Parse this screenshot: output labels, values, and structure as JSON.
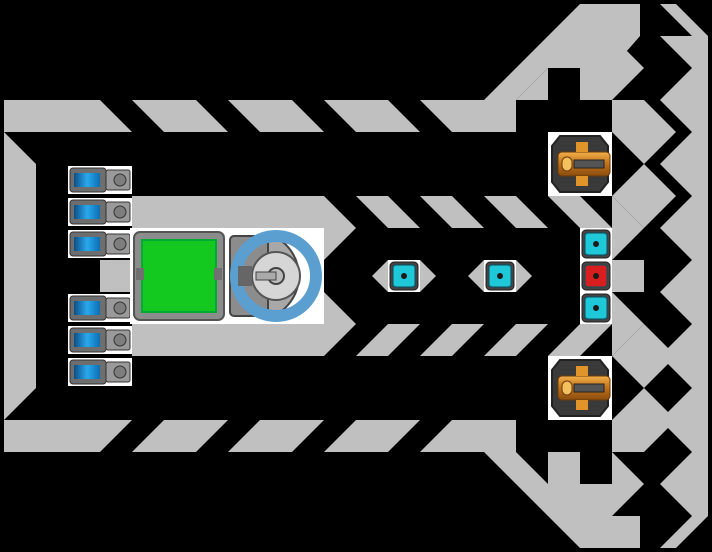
{
  "scene": {
    "title": "",
    "palette": {
      "background": "#000000",
      "hull": "#c0c0c0",
      "thruster_blue": "#1a8fd6",
      "thruster_body": "#6e6e6e",
      "core_green": "#13c81f",
      "core_frame": "#8c8c8c",
      "reactor_ring": "#5a9fd0",
      "gun_orange": "#e0942a",
      "gun_dark": "#3a3a3a",
      "shield_cyan": "#1ec8d8",
      "shield_red": "#d81e1e"
    }
  },
  "ship": {
    "thrusters": [
      {
        "name": "thruster-1",
        "icon": "thruster-icon"
      },
      {
        "name": "thruster-2",
        "icon": "thruster-icon"
      },
      {
        "name": "thruster-3",
        "icon": "thruster-icon"
      },
      {
        "name": "thruster-4",
        "icon": "thruster-icon"
      },
      {
        "name": "thruster-5",
        "icon": "thruster-icon"
      },
      {
        "name": "thruster-6",
        "icon": "thruster-icon"
      }
    ],
    "core": {
      "icon": "core-module-icon"
    },
    "reactor": {
      "icon": "reactor-dome-icon"
    },
    "turrets": [
      {
        "name": "turret-top",
        "icon": "cannon-turret-icon"
      },
      {
        "name": "turret-bottom",
        "icon": "cannon-turret-icon"
      }
    ],
    "shield_nodes": [
      {
        "name": "node-1",
        "state": "active",
        "color": "cyan"
      },
      {
        "name": "node-2",
        "state": "active",
        "color": "cyan"
      },
      {
        "name": "node-3",
        "state": "active",
        "color": "cyan"
      },
      {
        "name": "node-4",
        "state": "damaged",
        "color": "red"
      },
      {
        "name": "node-5",
        "state": "active",
        "color": "cyan"
      }
    ]
  }
}
